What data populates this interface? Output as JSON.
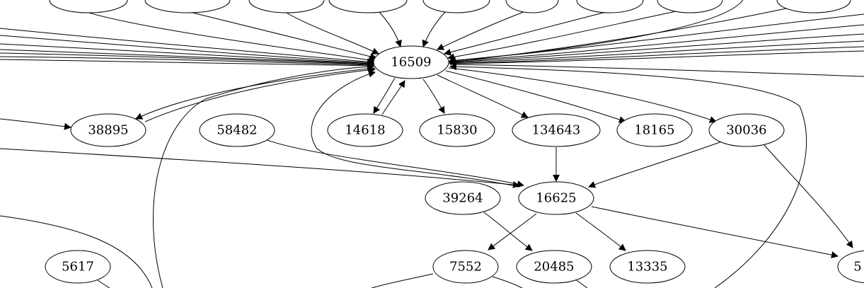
{
  "graph": {
    "type": "directed-graph",
    "nodes": [
      {
        "id": "n16509",
        "label": "16509"
      },
      {
        "id": "n38895",
        "label": "38895"
      },
      {
        "id": "n58482",
        "label": "58482"
      },
      {
        "id": "n14618",
        "label": "14618"
      },
      {
        "id": "n15830",
        "label": "15830"
      },
      {
        "id": "n134643",
        "label": "134643"
      },
      {
        "id": "n18165",
        "label": "18165"
      },
      {
        "id": "n30036",
        "label": "30036"
      },
      {
        "id": "n39264",
        "label": "39264"
      },
      {
        "id": "n16625",
        "label": "16625"
      },
      {
        "id": "n5617",
        "label": "5617"
      },
      {
        "id": "n7552",
        "label": "7552"
      },
      {
        "id": "n20485",
        "label": "20485"
      },
      {
        "id": "n13335",
        "label": "13335"
      },
      {
        "id": "n5cut",
        "label": "5"
      },
      {
        "id": "t1",
        "label": ""
      },
      {
        "id": "t2",
        "label": ""
      },
      {
        "id": "t3",
        "label": ""
      },
      {
        "id": "t4",
        "label": ""
      },
      {
        "id": "t5",
        "label": ""
      },
      {
        "id": "t6",
        "label": ""
      },
      {
        "id": "t7",
        "label": ""
      },
      {
        "id": "t8",
        "label": ""
      },
      {
        "id": "t9",
        "label": ""
      }
    ],
    "edges": [
      {
        "from": "t1",
        "to": "n16509"
      },
      {
        "from": "t2",
        "to": "n16509"
      },
      {
        "from": "t3",
        "to": "n16509"
      },
      {
        "from": "t4",
        "to": "n16509"
      },
      {
        "from": "t5",
        "to": "n16509"
      },
      {
        "from": "t6",
        "to": "n16509"
      },
      {
        "from": "t7",
        "to": "n16509"
      },
      {
        "from": "t8",
        "to": "n16509"
      },
      {
        "from": "t9",
        "to": "n16509"
      },
      {
        "from": "n16509",
        "to": "n38895"
      },
      {
        "from": "n38895",
        "to": "n16509"
      },
      {
        "from": "n16509",
        "to": "n14618"
      },
      {
        "from": "n14618",
        "to": "n16509"
      },
      {
        "from": "n16509",
        "to": "n15830"
      },
      {
        "from": "n16509",
        "to": "n134643"
      },
      {
        "from": "n16509",
        "to": "n18165"
      },
      {
        "from": "n16509",
        "to": "n30036"
      },
      {
        "from": "n58482",
        "to": "n16625"
      },
      {
        "from": "n134643",
        "to": "n16625"
      },
      {
        "from": "n30036",
        "to": "n16625"
      },
      {
        "from": "n30036",
        "to": "n5cut"
      },
      {
        "from": "n16625",
        "to": "n16509"
      },
      {
        "from": "n16625",
        "to": "n7552"
      },
      {
        "from": "n16625",
        "to": "n13335"
      },
      {
        "from": "n16625",
        "to": "n5cut"
      },
      {
        "from": "n39264",
        "to": "n20485"
      }
    ]
  }
}
